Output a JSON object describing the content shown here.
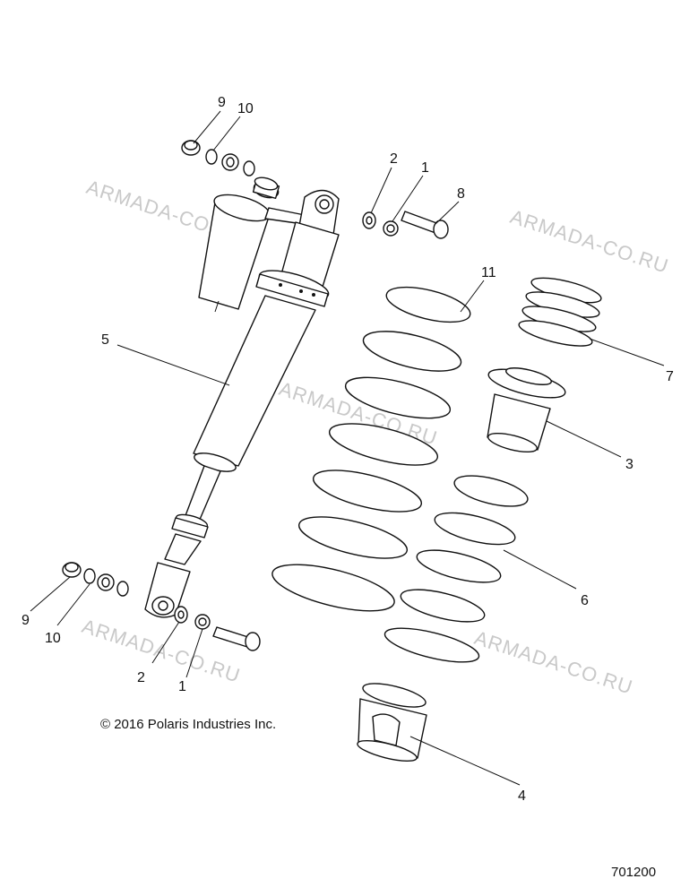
{
  "diagram": {
    "copyright": "© 2016 Polaris Industries Inc.",
    "drawing_number": "701200",
    "watermark_text": "ARMADA-CO.RU",
    "callouts": {
      "c9_top": "9",
      "c10_top": "10",
      "c2_top": "2",
      "c1_top": "1",
      "c8": "8",
      "c11": "11",
      "c5": "5",
      "c7": "7",
      "c3": "3",
      "c6": "6",
      "c9_bottom": "9",
      "c10_bottom": "10",
      "c2_bottom": "2",
      "c1_bottom": "1",
      "c4": "4"
    }
  }
}
